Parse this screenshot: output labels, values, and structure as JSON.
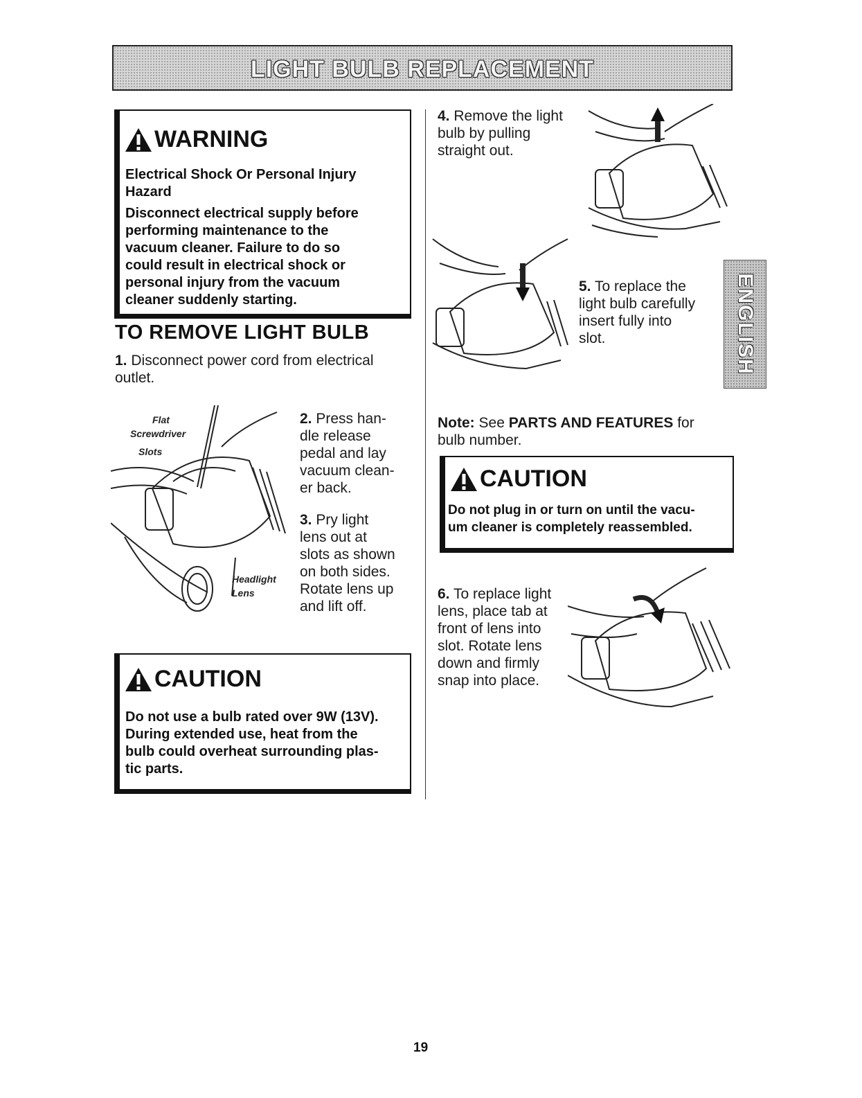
{
  "header": {
    "title": "LIGHT BULB REPLACEMENT"
  },
  "warning": {
    "heading": "WARNING",
    "lines": [
      "Electrical Shock Or Personal Injury",
      "Hazard",
      "Disconnect electrical supply before",
      "performing maintenance to the",
      "vacuum cleaner. Failure to do so",
      "could result in electrical shock or",
      "personal injury from the vacuum",
      "cleaner suddenly starting."
    ]
  },
  "remove_section": {
    "heading": "TO REMOVE LIGHT BULB"
  },
  "steps": {
    "s1": {
      "num": "1.",
      "lines": [
        "Disconnect power cord from electrical",
        "outlet."
      ]
    },
    "s2": {
      "num": "2.",
      "lines": [
        "Press han-",
        "dle release",
        "pedal and lay",
        "vacuum clean-",
        "er back."
      ]
    },
    "s3": {
      "num": "3.",
      "lines": [
        "Pry light",
        "lens out at",
        "slots as shown",
        "on both sides.",
        "Rotate lens up",
        "and lift off."
      ]
    },
    "s4": {
      "num": "4.",
      "lines": [
        "Remove the light",
        "bulb by pulling",
        "straight out."
      ]
    },
    "s5": {
      "num": "5.",
      "lines": [
        "To replace the",
        "light bulb carefully",
        "insert fully into",
        "slot."
      ]
    },
    "s6": {
      "num": "6.",
      "lines": [
        "To replace light",
        "lens, place tab at",
        "front of lens into",
        "slot. Rotate lens",
        "down and firmly",
        "snap into place."
      ]
    }
  },
  "figure_labels": {
    "flat": "Flat",
    "screwdriver": "Screwdriver",
    "slots": "Slots",
    "headlight": "Headlight",
    "lens": "Lens"
  },
  "caution_left": {
    "heading": "CAUTION",
    "lines": [
      "Do not use a bulb rated over 9W (13V).",
      "During extended use, heat from the",
      "bulb could overheat surrounding plas-",
      "tic parts."
    ]
  },
  "note": {
    "label": "Note:",
    "text_before": "See",
    "ref": "PARTS AND FEATURES",
    "text_after": "for",
    "line2": "bulb number."
  },
  "caution_right": {
    "heading": "CAUTION",
    "lines": [
      "Do not plug in or turn on until the vacu-",
      "um cleaner is completely reassembled."
    ]
  },
  "side_tab": {
    "label": "ENGLISH"
  },
  "page_number": "19"
}
